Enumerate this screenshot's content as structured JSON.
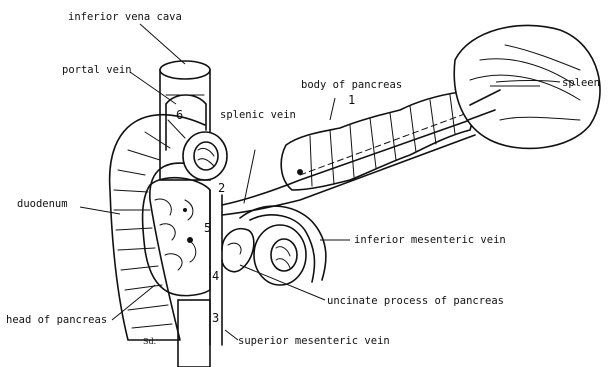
{
  "labels": {
    "ivc": "inferior vena cava",
    "portal_vein": "portal vein",
    "body": "body of pancreas",
    "spleen": "spleen",
    "splenic_vein": "splenic vein",
    "duodenum": "duodenum",
    "imv": "inferior mesenteric vein",
    "uncinate": "uncinate process of pancreas",
    "head": "head of pancreas",
    "smv": "superior mesenteric vein"
  },
  "numbers": {
    "n1": "1",
    "n2": "2",
    "n3": "3",
    "n4": "4",
    "n5": "5",
    "n6": "6"
  },
  "signature": "Sd."
}
